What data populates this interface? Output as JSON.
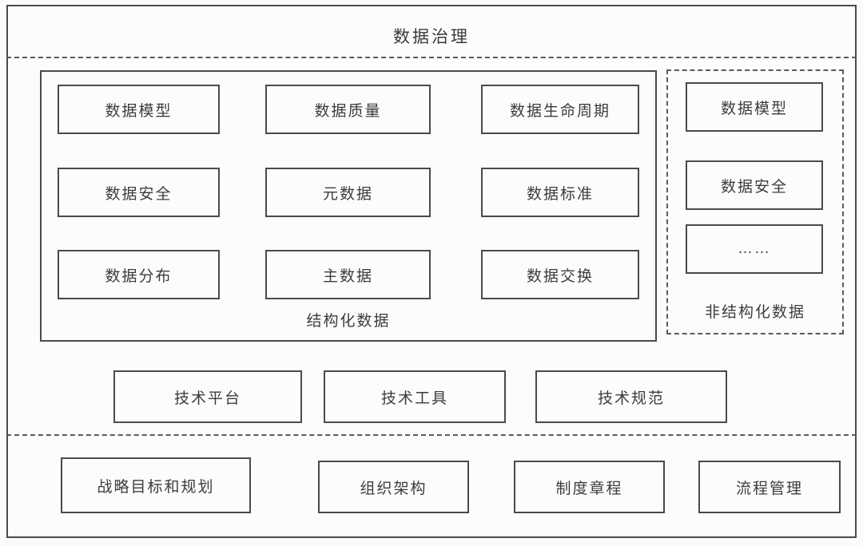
{
  "title": "数据治理",
  "structured": {
    "label": "结构化数据",
    "items": [
      "数据模型",
      "数据质量",
      "数据生命周期",
      "数据安全",
      "元数据",
      "数据标准",
      "数据分布",
      "主数据",
      "数据交换"
    ]
  },
  "unstructured": {
    "label": "非结构化数据",
    "items": [
      "数据模型",
      "数据安全",
      "……"
    ]
  },
  "technology": {
    "items": [
      "技术平台",
      "技术工具",
      "技术规范"
    ]
  },
  "governance": {
    "items": [
      "战略目标和规划",
      "组织架构",
      "制度章程",
      "流程管理"
    ]
  }
}
